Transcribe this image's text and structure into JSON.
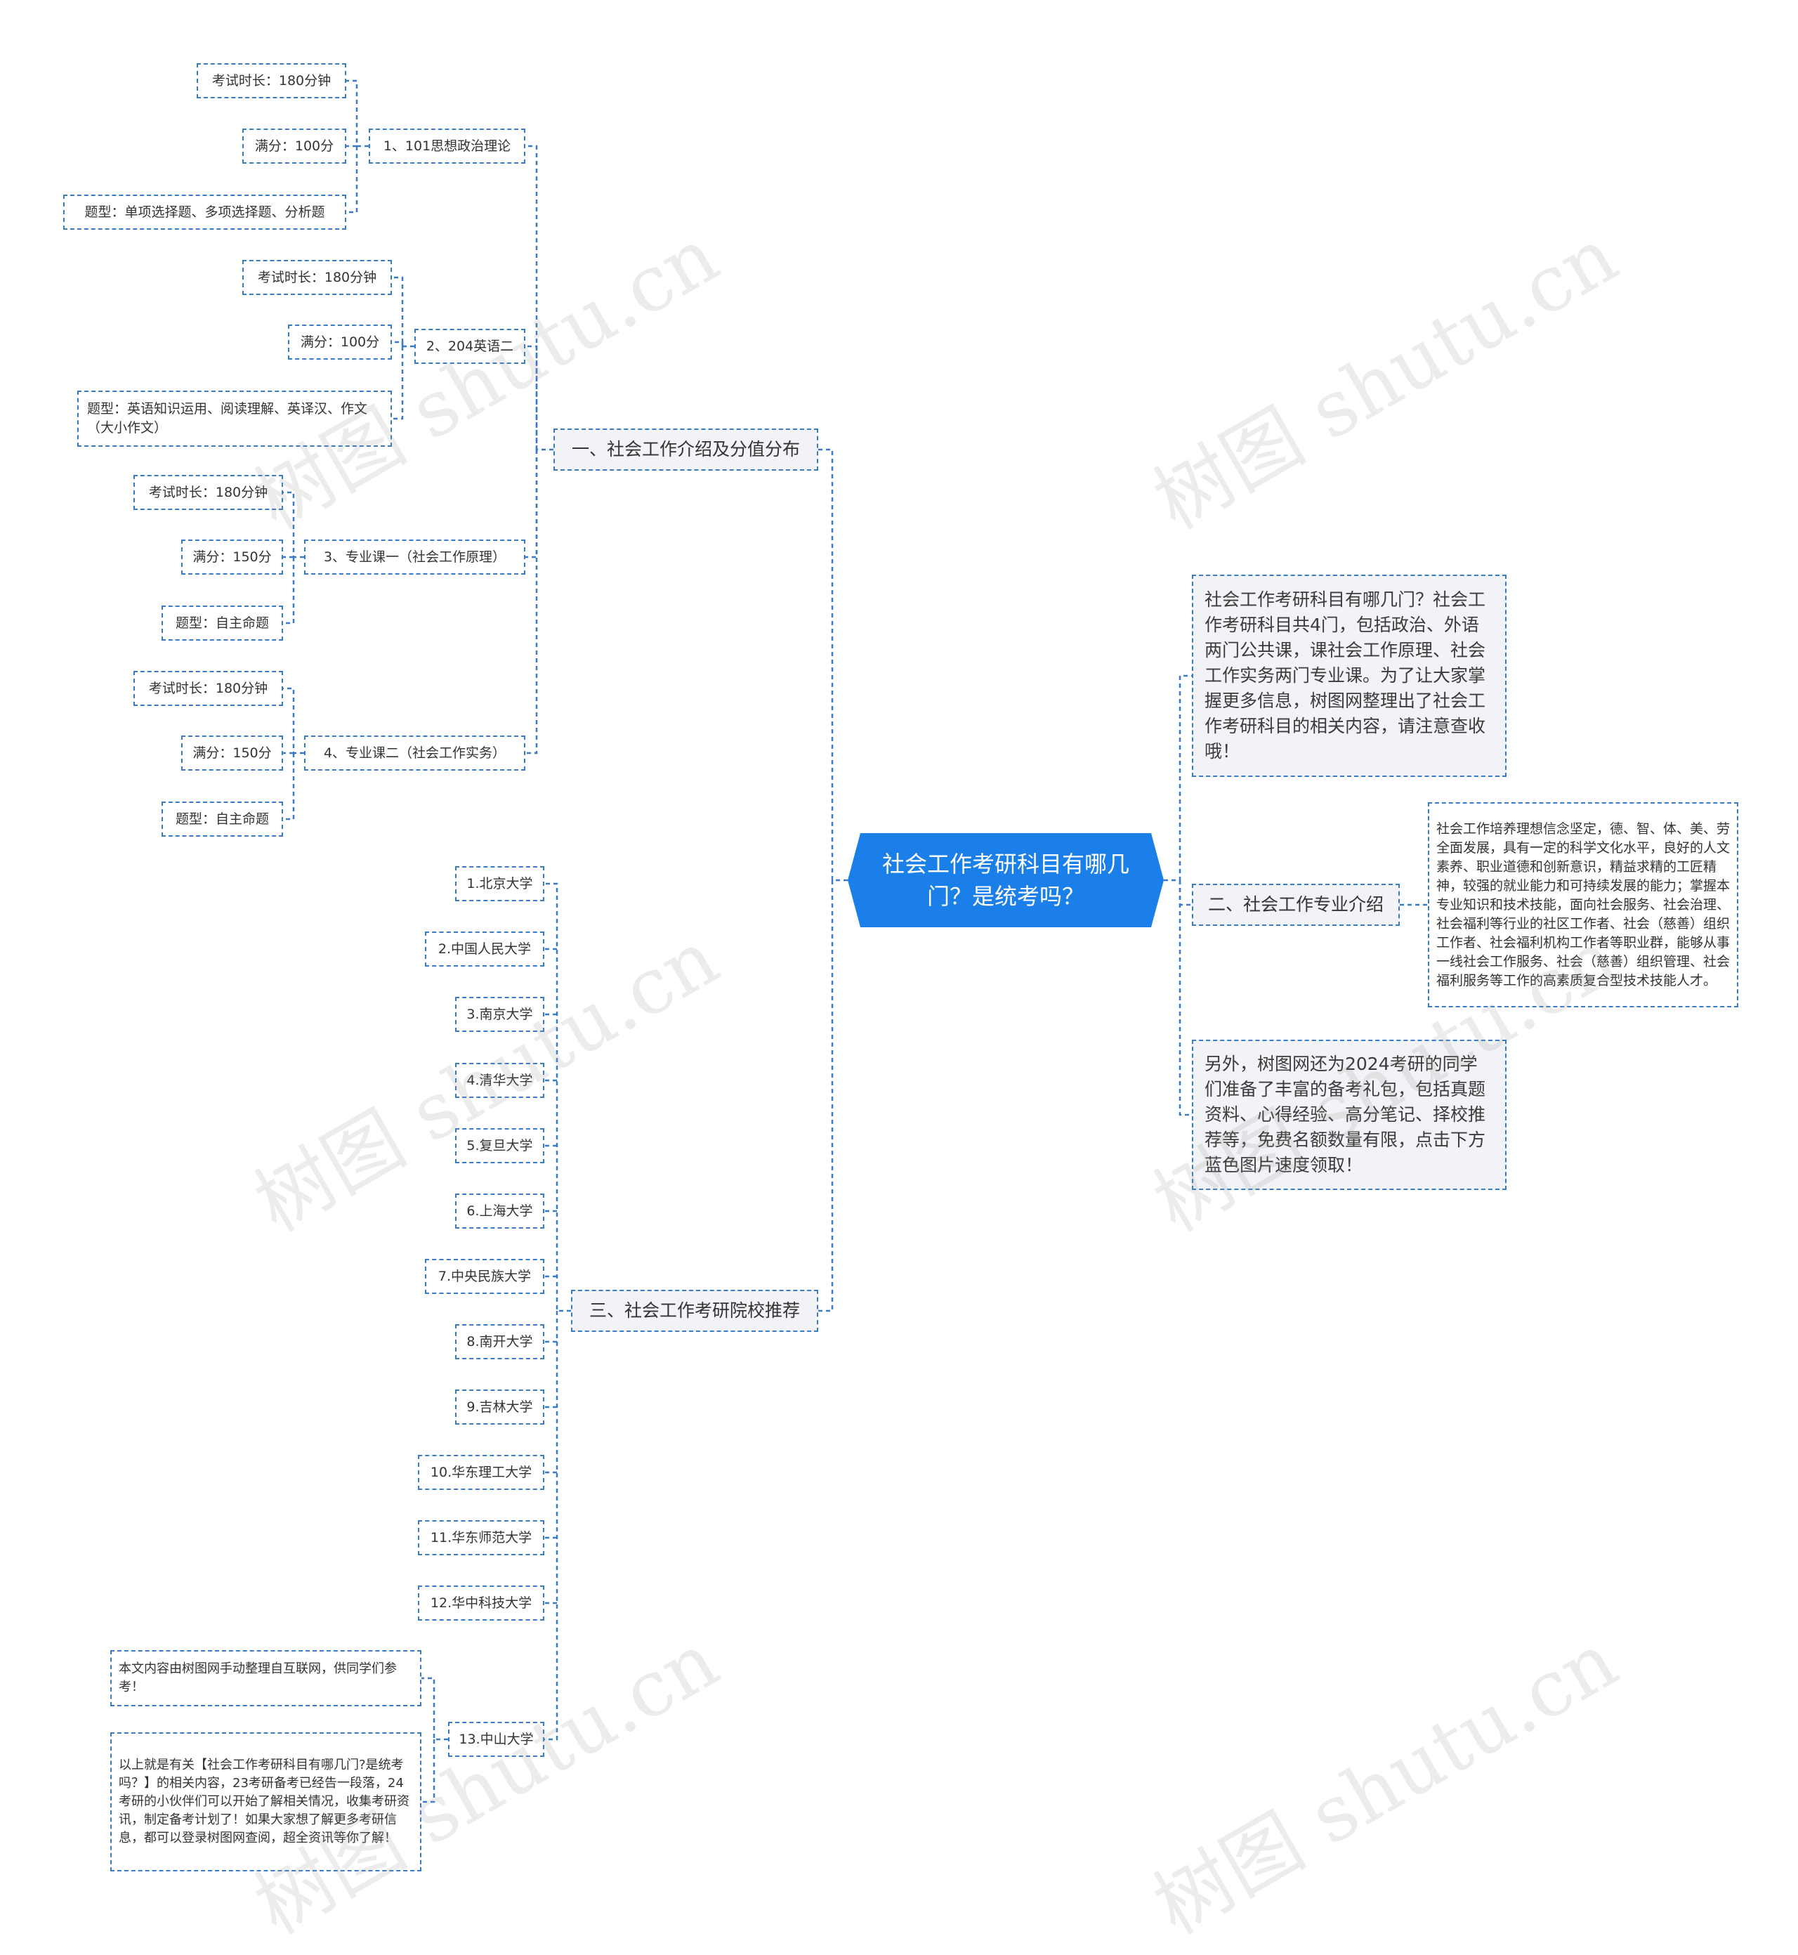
{
  "root": {
    "title": "社会工作考研科目有哪几门？是统考吗？"
  },
  "watermark": "树图 shutu.cn",
  "branches": {
    "intro": {
      "label": "一、社会工作介绍及分值分布",
      "subjects": [
        {
          "name": "1、101思想政治理论",
          "duration": "考试时长：180分钟",
          "score": "满分：100分",
          "type": "题型：单项选择题、多项选择题、分析题"
        },
        {
          "name": "2、204英语二",
          "duration": "考试时长：180分钟",
          "score": "满分：100分",
          "type": "题型：英语知识运用、阅读理解、英译汉、作文（大小作文）"
        },
        {
          "name": "3、专业课一（社会工作原理）",
          "duration": "考试时长：180分钟",
          "score": "满分：150分",
          "type": "题型：自主命题"
        },
        {
          "name": "4、专业课二（社会工作实务）",
          "duration": "考试时长：180分钟",
          "score": "满分：150分",
          "type": "题型：自主命题"
        }
      ]
    },
    "schools": {
      "label": "三、社会工作考研院校推荐",
      "items": [
        "1.北京大学",
        "2.中国人民大学",
        "3.南京大学",
        "4.清华大学",
        "5.复旦大学",
        "6.上海大学",
        "7.中央民族大学",
        "8.南开大学",
        "9.吉林大学",
        "10.华东理工大学",
        "11.华东师范大学",
        "12.华中科技大学",
        "13.中山大学"
      ],
      "notes": [
        "本文内容由树图网手动整理自互联网，供同学们参考！",
        "以上就是有关【社会工作考研科目有哪几门?是统考吗？】的相关内容，23考研备考已经告一段落，24考研的小伙伴们可以开始了解相关情况，收集考研资讯，制定备考计划了！如果大家想了解更多考研信息，都可以登录树图网查阅，超全资讯等你了解！"
      ]
    },
    "summary": "社会工作考研科目有哪几门？社会工作考研科目共4门，包括政治、外语两门公共课，课社会工作原理、社会工作实务两门专业课。为了让大家掌握更多信息，树图网整理出了社会工作考研科目的相关内容，请注意查收哦！",
    "major": {
      "label": "二、社会工作专业介绍",
      "detail": "社会工作培养理想信念坚定，德、智、体、美、劳全面发展，具有一定的科学文化水平，良好的人文素养、职业道德和创新意识，精益求精的工匠精神，较强的就业能力和可持续发展的能力；掌握本专业知识和技术技能，面向社会服务、社会治理、社会福利等行业的社区工作者、社会（慈善）组织工作者、社会福利机构工作者等职业群，能够从事一线社会工作服务、社会（慈善）组织管理、社会福利服务等工作的高素质复合型技术技能人才。"
    },
    "gift": "另外，树图网还为2024考研的同学们准备了丰富的备考礼包，包括真题资料、心得经验、高分笔记、择校推荐等，免费名额数量有限，点击下方蓝色图片速度领取！"
  },
  "colors": {
    "root_bg": "#1a7fe8",
    "line": "#3a7bc8",
    "node_bg": "#ffffff",
    "l1_bg": "#f1f3f6"
  }
}
